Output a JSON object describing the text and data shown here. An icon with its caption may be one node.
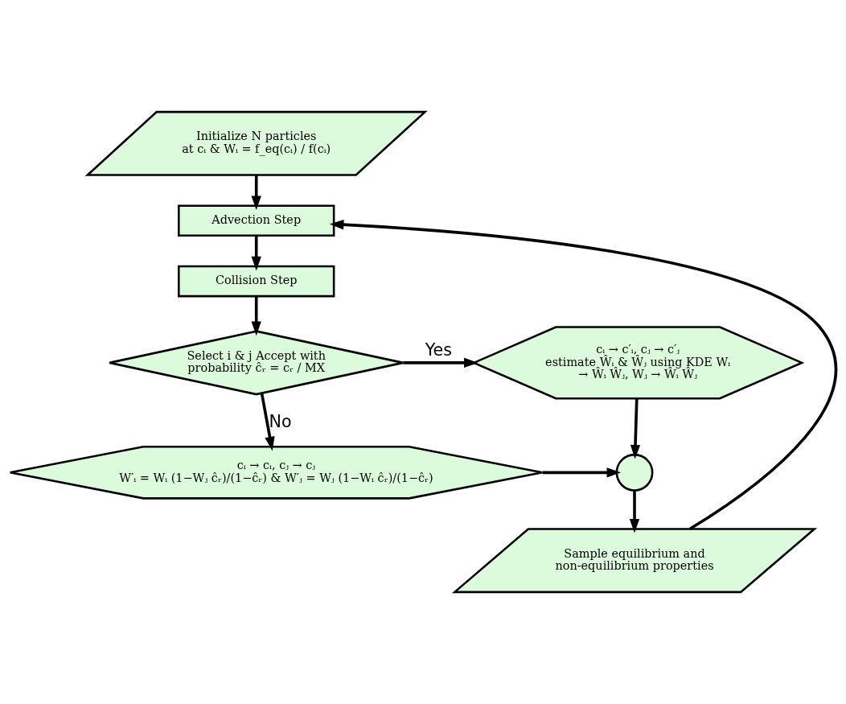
{
  "diagram": {
    "nodes": [
      {
        "text": [
          "Initialize N particles",
          "at cᵢ & Wᵢ = f_eq(cᵢ) / f(cᵢ)"
        ]
      },
      {
        "text": [
          "Advection Step"
        ]
      },
      {
        "text": [
          "Collision Step"
        ]
      },
      {
        "text": [
          "Select i & j Accept with probability ĉᵣ = cᵣ / MX"
        ]
      },
      {
        "text": [
          "cᵢ → c′ᵢ, cⱼ → c′ⱼ",
          "estimate Ŵᵢ & Ŵⱼ using KDE Wᵢ → Ŵᵢ Ŵⱼ, Wⱼ → Ŵᵢ Ŵⱼ"
        ]
      },
      {
        "text": [
          "cᵢ → cᵢ, cⱼ → cⱼ",
          "W′ᵢ = Wᵢ (1−Wⱼ ĉᵣ)/(1−ĉᵣ) & W′ⱼ = Wⱼ (1−Wᵢ ĉᵣ)/(1−ĉᵣ)"
        ]
      },
      {
        "text": [],
        "shape": "circle"
      },
      {
        "text": [
          "Sample equilibrium and non-equilibrium properties"
        ]
      }
    ],
    "edges": [
      {
        "from": 0,
        "to": 1,
        "arrow": "to"
      },
      {
        "from": 1,
        "to": 2,
        "arrow": "to"
      },
      {
        "from": 2,
        "to": 3,
        "arrow": "to"
      },
      {
        "from": 3,
        "to": 4,
        "arrow": "to",
        "label": "Yes"
      },
      {
        "from": 3,
        "to": 5,
        "arrow": "to",
        "label": "No"
      },
      {
        "from": 4,
        "to": 6,
        "arrow": "to"
      },
      {
        "from": 5,
        "to": 6,
        "arrow": "to"
      },
      {
        "from": 6,
        "to": 7,
        "arrow": "to"
      },
      {
        "from": 7,
        "to": 1,
        "arrow": "to"
      }
    ]
  }
}
